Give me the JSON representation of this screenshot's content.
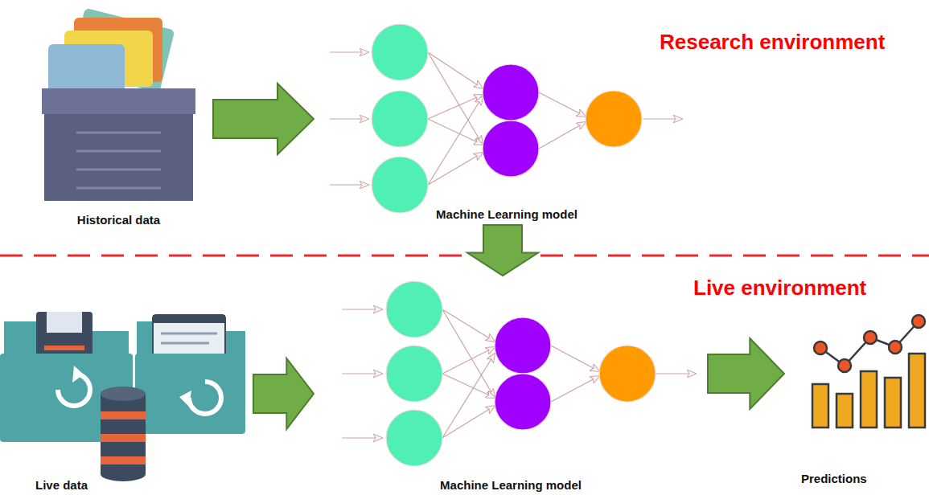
{
  "diagram": {
    "nodes": [
      {
        "text": [
          "Historical data"
        ]
      },
      {
        "text": [
          "Machine Learning model"
        ]
      },
      {
        "text": [
          "Live data"
        ]
      },
      {
        "text": [
          "Machine Learning model"
        ]
      },
      {
        "text": [
          "Predictions"
        ]
      }
    ],
    "edges": [
      {
        "from": 0,
        "to": 1,
        "arrow": "to"
      },
      {
        "from": 1,
        "to": 3,
        "arrow": "to"
      },
      {
        "from": 2,
        "to": 3,
        "arrow": "to"
      },
      {
        "from": 3,
        "to": 4,
        "arrow": "to"
      }
    ],
    "labels": [
      "Research environment",
      "Live environment"
    ]
  }
}
